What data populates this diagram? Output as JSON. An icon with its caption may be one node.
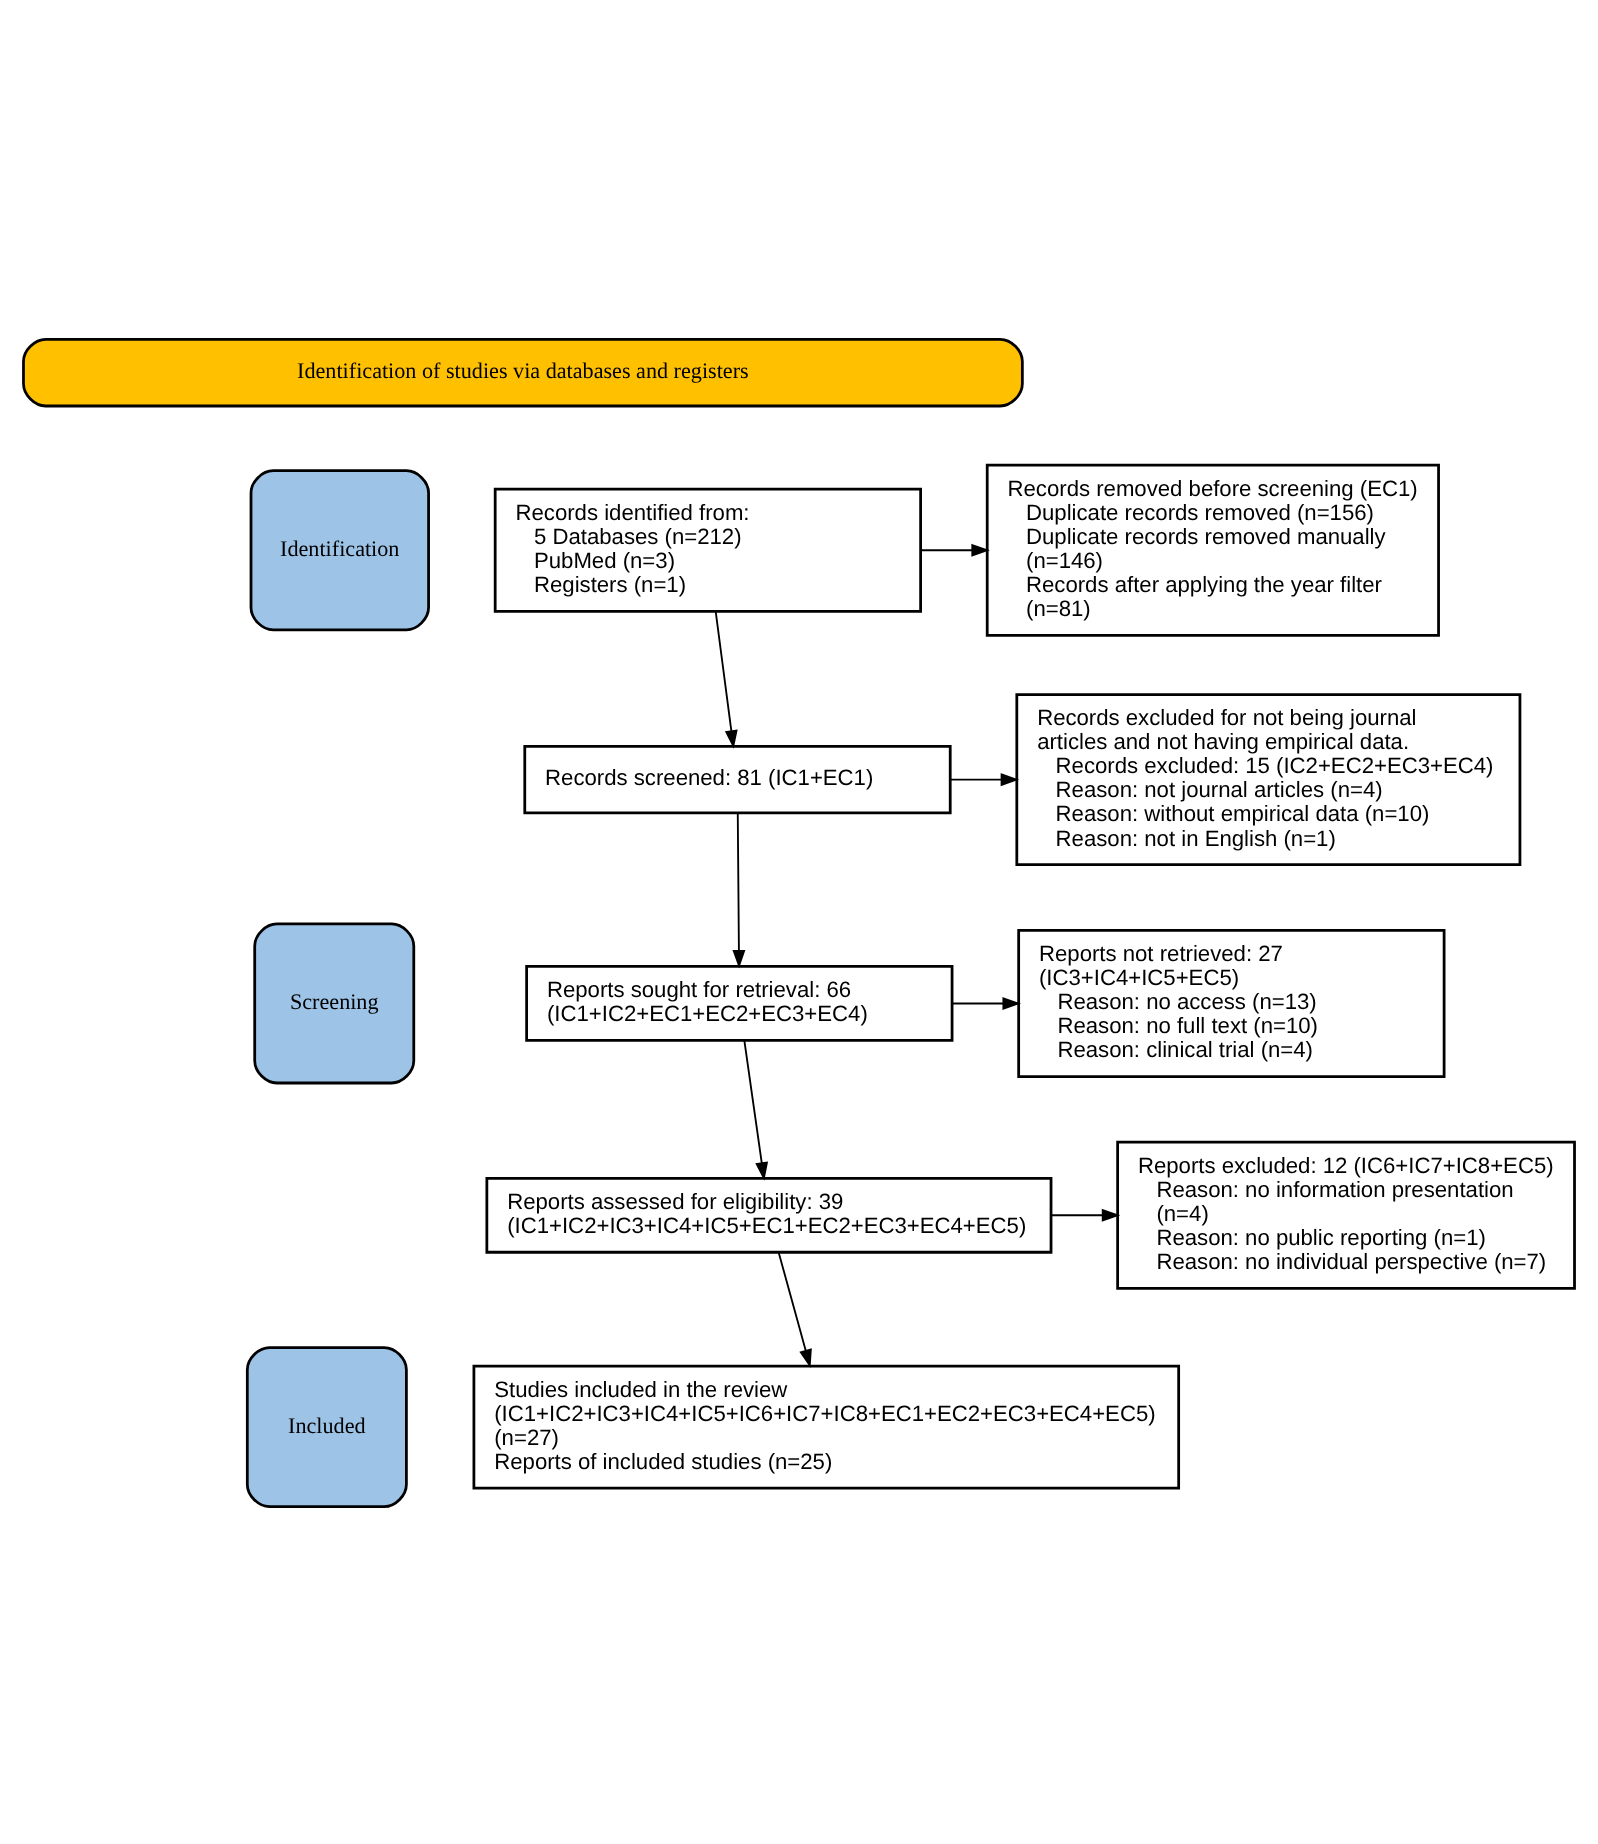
{
  "diagram": {
    "nodes": [
      {
        "text": [
          "Identification of studies via databases and registers"
        ]
      },
      {
        "text": [
          "Identification"
        ]
      },
      {
        "text": [
          "Screening"
        ]
      },
      {
        "text": [
          "Included"
        ]
      },
      {
        "text": [
          "Records identified from:",
          "5 Databases (n=212)",
          "PubMed (n=3)",
          "Registers (n=1)"
        ]
      },
      {
        "text": [
          "Records removed before screening (EC1)",
          "Duplicate records removed (n=156)",
          "Duplicate records removed manually (n=146)",
          "Records after applying the year filter (n=81)"
        ]
      },
      {
        "text": [
          "Records screened: 81 (IC1+EC1)"
        ]
      },
      {
        "text": [
          "Records excluded for not being journal articles and not having empirical data.",
          "Records excluded: 15 (IC2+EC2+EC3+EC4)",
          "Reason: not journal articles (n=4)",
          "Reason: without empirical data (n=10)",
          "Reason: not in English (n=1)"
        ]
      },
      {
        "text": [
          "Reports sought for retrieval: 66 (IC1+IC2+EC1+EC2+EC3+EC4)"
        ]
      },
      {
        "text": [
          "Reports not retrieved: 27 (IC3+IC4+IC5+EC5)",
          "Reason: no access (n=13)",
          "Reason: no full text (n=10)",
          "Reason: clinical trial (n=4)"
        ]
      },
      {
        "text": [
          "Reports assessed for eligibility: 39 (IC1+IC2+IC3+IC4+IC5+EC1+EC2+EC3+EC4+EC5)"
        ]
      },
      {
        "text": [
          "Reports excluded: 12 (IC6+IC7+IC8+EC5)",
          "Reason: no information presentation (n=4)",
          "Reason: no public reporting (n=1)",
          "Reason: no individual perspective (n=7)"
        ]
      },
      {
        "text": [
          "Studies included in the review (IC1+IC2+IC3+IC4+IC5+IC6+IC7+IC8+EC1+EC2+EC3+EC4+EC5) (n=27)",
          "Reports of included studies (n=25)"
        ]
      }
    ],
    "edges": [
      {
        "from": 4,
        "to": 5,
        "arrow": "to"
      },
      {
        "from": 4,
        "to": 6,
        "arrow": "to"
      },
      {
        "from": 6,
        "to": 7,
        "arrow": "to"
      },
      {
        "from": 6,
        "to": 8,
        "arrow": "to"
      },
      {
        "from": 8,
        "to": 9,
        "arrow": "to"
      },
      {
        "from": 8,
        "to": 10,
        "arrow": "to"
      },
      {
        "from": 10,
        "to": 11,
        "arrow": "to"
      },
      {
        "from": 10,
        "to": 12,
        "arrow": "to"
      }
    ]
  }
}
